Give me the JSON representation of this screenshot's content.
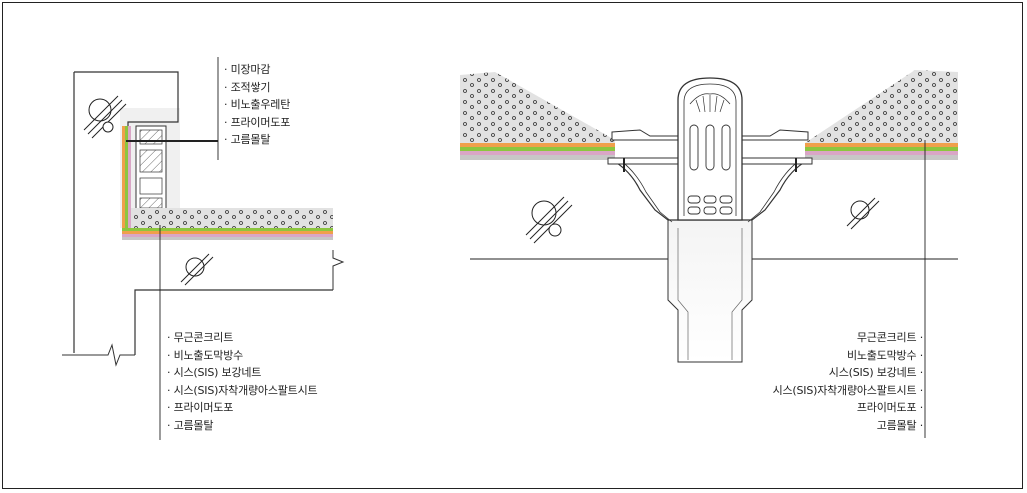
{
  "left_top_labels": [
    "· 미장마감",
    "· 조적쌓기",
    "· 비노출우레탄",
    "· 프라이머도포",
    "· 고름몰탈"
  ],
  "left_bottom_labels": [
    "· 무근콘크리트",
    "· 비노출도막방수",
    "· 시스(SIS) 보강네트",
    "· 시스(SIS)자착개량아스팔트시트",
    "· 프라이머도포",
    "· 고름몰탈"
  ],
  "right_labels": [
    "무근콘크리트 ·",
    "비노출도막방수 ·",
    "시스(SIS) 보강네트 ·",
    "시스(SIS)자착개량아스팔트시트 ·",
    "프라이머도포 ·",
    "고름몰탈 ·"
  ],
  "colors": {
    "concrete": "#e3e3e3",
    "green": "#8cc63f",
    "orange": "#f0a04b",
    "pink": "#d9a6c6",
    "gray_band": "#c7c7c7"
  }
}
